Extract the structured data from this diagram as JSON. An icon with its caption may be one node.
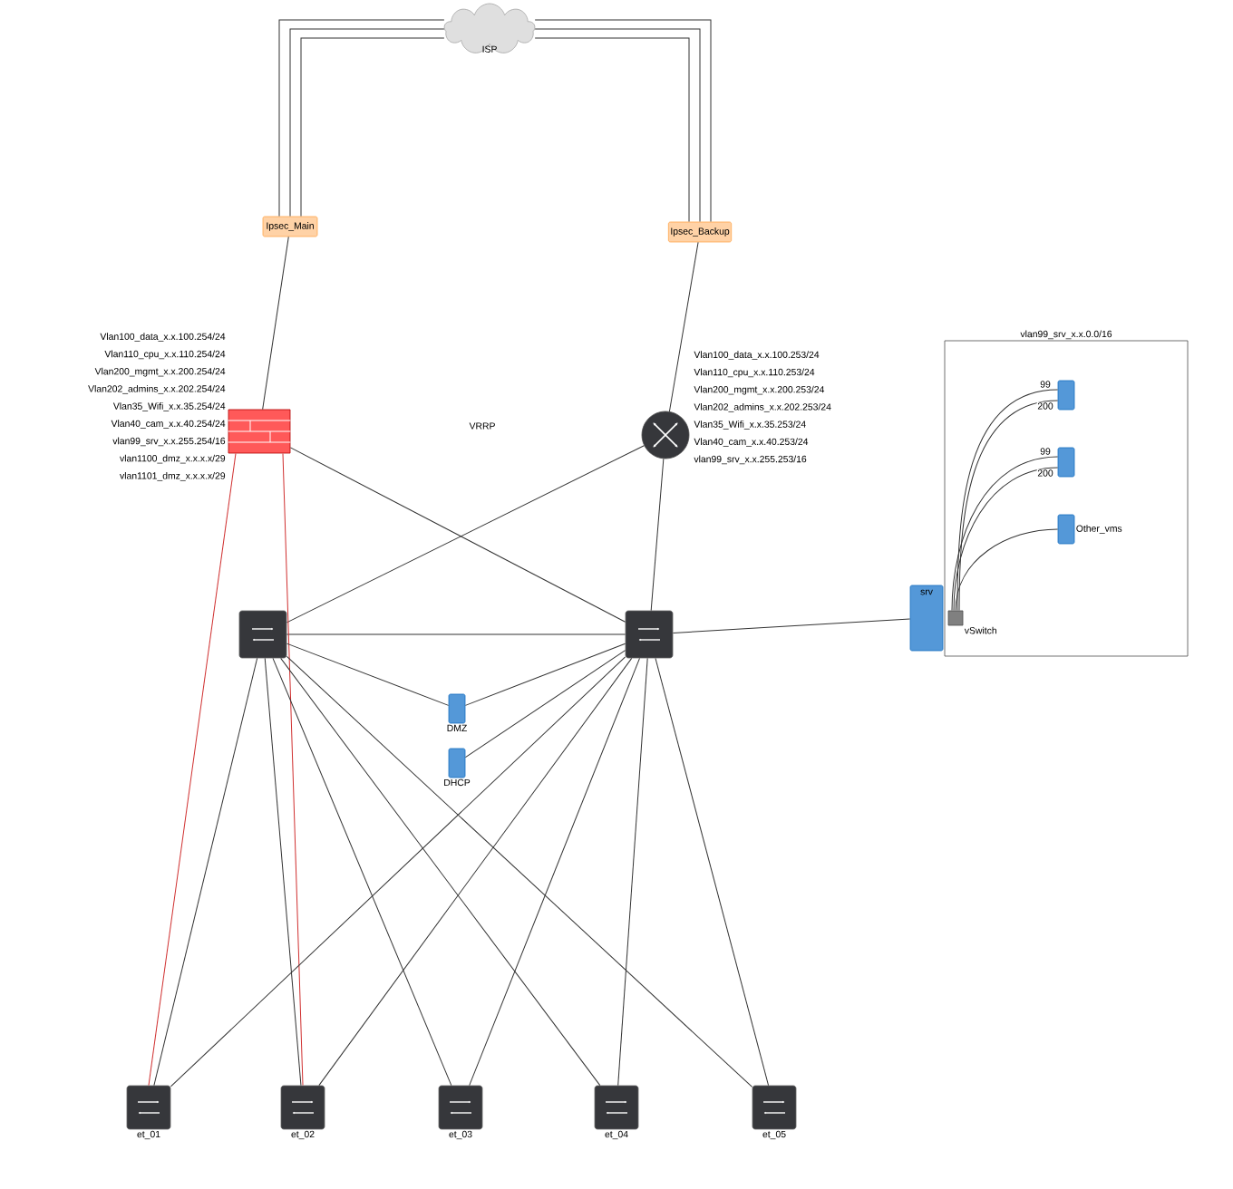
{
  "diagram": {
    "nodes": [
      {
        "text": [
          "ISP"
        ]
      },
      {
        "text": [
          "Ipsec_Main"
        ]
      },
      {
        "text": [
          "Ipsec_Backup"
        ]
      },
      {
        "text": [],
        "shape": "firewall",
        "beside": [
          "Vlan100_data_x.x.100.254/24",
          "Vlan110_cpu_x.x.110.254/24",
          "Vlan200_mgmt_x.x.200.254/24",
          "Vlan202_admins_x.x.202.254/24",
          "Vlan35_Wifi_x.x.35.254/24",
          "Vlan40_cam_x.x.40.254/24",
          "vlan99_srv_x.x.255.254/16",
          "vlan1100_dmz_x.x.x.x/29",
          "vlan1101_dmz_x.x.x.x/29"
        ]
      },
      {
        "text": [],
        "shape": "router",
        "beside": [
          "Vlan100_data_x.x.100.253/24",
          "Vlan110_cpu_x.x.110.253/24",
          "Vlan200_mgmt_x.x.200.253/24",
          "Vlan202_admins_x.x.202.253/24",
          "Vlan35_Wifi_x.x.35.253/24",
          "Vlan40_cam_x.x.40.253/24",
          "vlan99_srv_x.x.255.253/16"
        ]
      },
      {
        "text": [],
        "shape": "switch"
      },
      {
        "text": [],
        "shape": "switch"
      },
      {
        "text": [
          "vlan99_srv_x.x.0.0/16"
        ]
      },
      {
        "text": [
          "srv"
        ]
      },
      {
        "text": [
          "vSwitch"
        ],
        "in": 7
      },
      {
        "text": [],
        "shape": "server",
        "in": 7
      },
      {
        "text": [],
        "shape": "server",
        "in": 7
      },
      {
        "text": [
          "Other_vms"
        ],
        "in": 7
      },
      {
        "text": [
          "DMZ"
        ]
      },
      {
        "text": [
          "DHCP"
        ]
      },
      {
        "text": [
          "et_01"
        ]
      },
      {
        "text": [
          "et_02"
        ]
      },
      {
        "text": [
          "et_03"
        ]
      },
      {
        "text": [
          "et_04"
        ]
      },
      {
        "text": [
          "et_05"
        ]
      }
    ],
    "edges": [
      {
        "from": 0,
        "to": 1,
        "arrow": "none"
      },
      {
        "from": 0,
        "to": 1,
        "arrow": "none"
      },
      {
        "from": 0,
        "to": 1,
        "arrow": "none"
      },
      {
        "from": 0,
        "to": 2,
        "arrow": "none"
      },
      {
        "from": 0,
        "to": 2,
        "arrow": "none"
      },
      {
        "from": 0,
        "to": 2,
        "arrow": "none"
      },
      {
        "from": 1,
        "to": 3,
        "arrow": "none"
      },
      {
        "from": 2,
        "to": 4,
        "arrow": "none"
      },
      {
        "from": 3,
        "to": 6,
        "arrow": "none"
      },
      {
        "from": 4,
        "to": 5,
        "arrow": "none"
      },
      {
        "from": 4,
        "to": 6,
        "arrow": "none"
      },
      {
        "from": 5,
        "to": 6,
        "arrow": "none"
      },
      {
        "from": 6,
        "to": 8,
        "arrow": "none"
      },
      {
        "from": 3,
        "to": 15,
        "arrow": "none",
        "color": "#d03030"
      },
      {
        "from": 3,
        "to": 16,
        "arrow": "none",
        "color": "#d03030"
      },
      {
        "from": 5,
        "to": 13,
        "arrow": "none"
      },
      {
        "from": 6,
        "to": 13,
        "arrow": "none"
      },
      {
        "from": 6,
        "to": 14,
        "arrow": "none"
      },
      {
        "from": 5,
        "to": 15,
        "arrow": "none"
      },
      {
        "from": 5,
        "to": 16,
        "arrow": "none"
      },
      {
        "from": 5,
        "to": 17,
        "arrow": "none"
      },
      {
        "from": 5,
        "to": 18,
        "arrow": "none"
      },
      {
        "from": 5,
        "to": 19,
        "arrow": "none"
      },
      {
        "from": 6,
        "to": 15,
        "arrow": "none"
      },
      {
        "from": 6,
        "to": 16,
        "arrow": "none"
      },
      {
        "from": 6,
        "to": 17,
        "arrow": "none"
      },
      {
        "from": 6,
        "to": 18,
        "arrow": "none"
      },
      {
        "from": 6,
        "to": 19,
        "arrow": "none"
      },
      {
        "from": 9,
        "to": 10,
        "arrow": "none",
        "label": "99"
      },
      {
        "from": 9,
        "to": 10,
        "arrow": "none",
        "label": "200"
      },
      {
        "from": 9,
        "to": 11,
        "arrow": "none",
        "label": "99"
      },
      {
        "from": 9,
        "to": 11,
        "arrow": "none",
        "label": "200"
      },
      {
        "from": 9,
        "to": 12,
        "arrow": "none"
      }
    ],
    "labels": [
      "VRRP"
    ]
  }
}
